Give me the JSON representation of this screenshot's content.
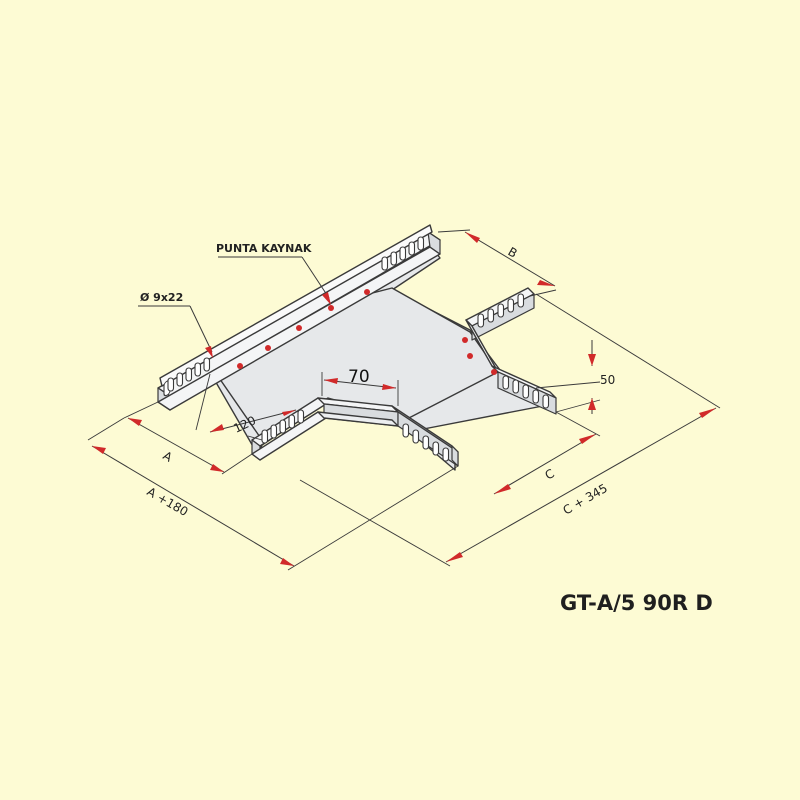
{
  "diagram": {
    "product_code": "GT-A/5 90R D",
    "labels": {
      "weld": "PUNTA KAYNAK",
      "hole": "Ø 9x22",
      "dim_70": "70",
      "dim_120": "120",
      "dim_50": "50",
      "dim_A": "A",
      "dim_A180": "A +180",
      "dim_B": "B",
      "dim_C": "C",
      "dim_C345": "C + 345"
    },
    "colors": {
      "background": "#fdfbd4",
      "accent": "#d12a2a",
      "line": "#3a3a3a"
    }
  }
}
